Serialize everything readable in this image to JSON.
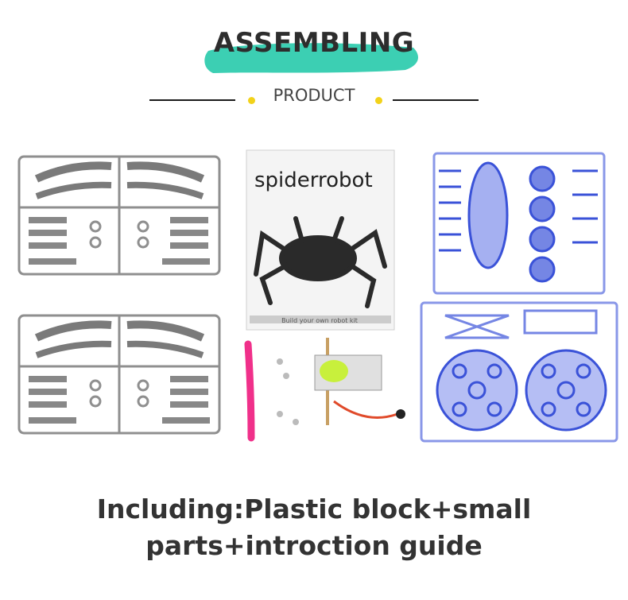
{
  "header": {
    "title": "ASSEMBLING",
    "subtitle": "PRODUCT",
    "accent_color": "#3ccfb3",
    "dot_color": "#f2d21a"
  },
  "product": {
    "booklet_brand": "spiderrobot",
    "booklet_subtitle": "Build your own robot kit"
  },
  "caption": {
    "line1": "Including:Plastic block+small",
    "line2": "parts+introction guide"
  }
}
